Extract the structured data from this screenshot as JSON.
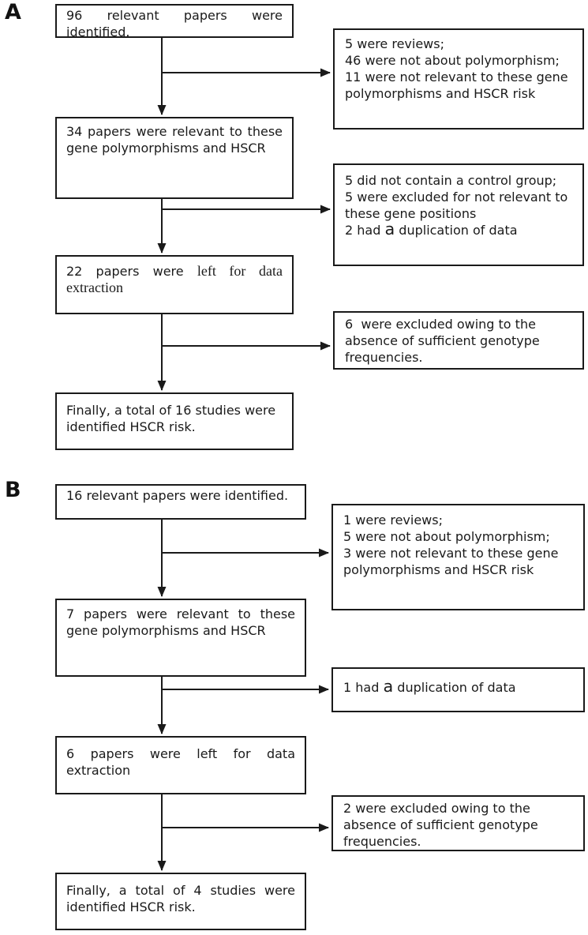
{
  "colors": {
    "ink": "#1a1a1a",
    "paper": "#ffffff"
  },
  "panelA": {
    "label": "A",
    "main": {
      "identified": "96 relevant papers were identified.",
      "relevant": "34 papers were relevant to these gene polymorphisms and HSCR",
      "extraction_prefix": "22 papers were ",
      "extraction_serif": "left for data extraction",
      "final": "Finally, a total of 16 studies were identified HSCR risk."
    },
    "exclusions": {
      "first": {
        "line1": "5 were reviews;",
        "line2": "46 were not about polymorphism;",
        "line3": "11 were not relevant to these gene polymorphisms and HSCR risk"
      },
      "second": {
        "line1": "5 did not contain a control group;",
        "line2": "5 were excluded for not relevant to these gene positions",
        "line3_prefix": "2 had ",
        "line3_a": "a",
        "line3_suffix": " duplication of data"
      },
      "third": {
        "line1": "6  were excluded owing to the absence of sufficient genotype frequencies."
      }
    }
  },
  "panelB": {
    "label": "B",
    "main": {
      "identified": "16 relevant papers were identified.",
      "relevant": "7 papers were relevant to these gene polymorphisms and HSCR",
      "extraction": "6 papers were left for data extraction",
      "final": "Finally, a total of 4 studies were identified HSCR risk."
    },
    "exclusions": {
      "first": {
        "line1": "1 were reviews;",
        "line2": "5 were not about polymorphism;",
        "line3": "3 were not relevant to these gene polymorphisms and HSCR risk"
      },
      "second": {
        "line1_prefix": "1 had ",
        "line1_a": "a",
        "line1_suffix": " duplication of data"
      },
      "third": {
        "line1": "2 were excluded owing to the absence of sufficient genotype frequencies."
      }
    }
  }
}
